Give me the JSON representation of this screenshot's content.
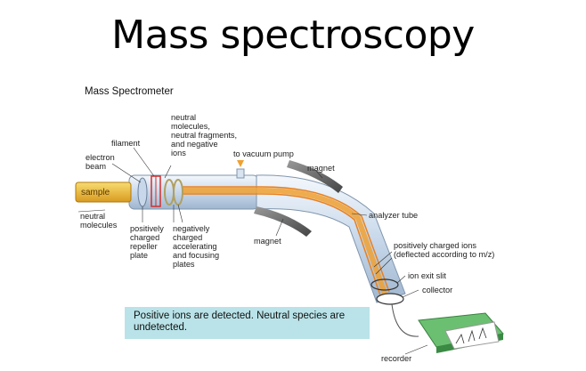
{
  "title": "Mass spectroscopy",
  "subtitle": "Mass Spectrometer",
  "labels": {
    "sample": "sample",
    "electron_beam": [
      "electron",
      "beam"
    ],
    "filament": "filament",
    "neutral_molecules": [
      "neutral",
      "molecules"
    ],
    "neutral_species_exit": [
      "neutral",
      "molecules,",
      "neutral fragments,",
      "and negative",
      "ions"
    ],
    "vacuum_pump": "to vacuum pump",
    "magnet_top": "magnet",
    "magnet_bottom": "magnet",
    "analyzer_tube": "analyzer tube",
    "repeller_plate": [
      "positively",
      "charged",
      "repeller",
      "plate"
    ],
    "accelerating_plates": [
      "negatively",
      "charged",
      "accelerating",
      "and focusing",
      "plates"
    ],
    "positive_ions": [
      "positively charged ions",
      "(deflected according to m/z)"
    ],
    "ion_exit_slit": "ion exit slit",
    "collector": "collector",
    "recorder": "recorder"
  },
  "note": "Positive ions are detected.  Neutral species are undetected.",
  "colors": {
    "tube": "#d8e4f0",
    "beam": "#f0a030",
    "sample": "#f5c040",
    "magnet": "#707070",
    "note_bg": "#b9e3e8",
    "recorder": "#6ac070"
  }
}
